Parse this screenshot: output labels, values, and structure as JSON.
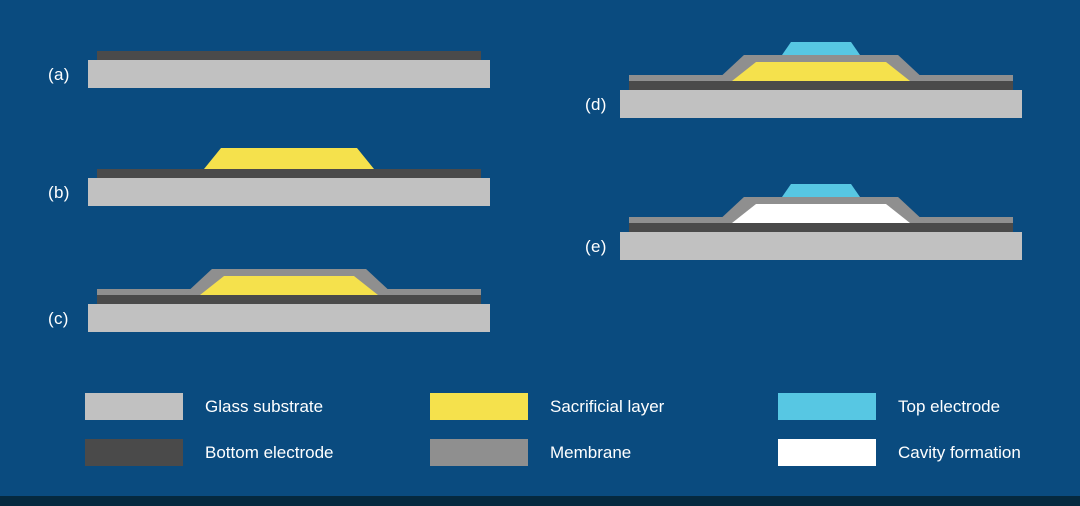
{
  "page": {
    "background": "#0a4b7f",
    "footer_bar_color": "#05293f"
  },
  "colors": {
    "glass_substrate": "#c1c1c1",
    "bottom_electrode": "#4a4a4a",
    "sacrificial_layer": "#f5e14c",
    "membrane": "#8f8f8f",
    "top_electrode": "#57c7e3",
    "cavity_formation": "#ffffff",
    "label_text": "#ffffff"
  },
  "steps": [
    {
      "label": "(a)",
      "layers": [
        "glass_substrate",
        "bottom_electrode"
      ]
    },
    {
      "label": "(b)",
      "layers": [
        "glass_substrate",
        "bottom_electrode",
        "sacrificial_layer"
      ]
    },
    {
      "label": "(c)",
      "layers": [
        "glass_substrate",
        "bottom_electrode",
        "sacrificial_layer",
        "membrane"
      ]
    },
    {
      "label": "(d)",
      "layers": [
        "glass_substrate",
        "bottom_electrode",
        "sacrificial_layer",
        "membrane",
        "top_electrode"
      ]
    },
    {
      "label": "(e)",
      "layers": [
        "glass_substrate",
        "bottom_electrode",
        "membrane",
        "top_electrode",
        "cavity_formation"
      ]
    }
  ],
  "legend": {
    "items": [
      {
        "label": "Glass substrate",
        "color": "#c1c1c1"
      },
      {
        "label": "Bottom electrode",
        "color": "#4a4a4a"
      },
      {
        "label": "Sacrificial layer",
        "color": "#f5e14c"
      },
      {
        "label": "Membrane",
        "color": "#8f8f8f"
      },
      {
        "label": "Top electrode",
        "color": "#57c7e3"
      },
      {
        "label": "Cavity formation",
        "color": "#ffffff"
      }
    ]
  }
}
